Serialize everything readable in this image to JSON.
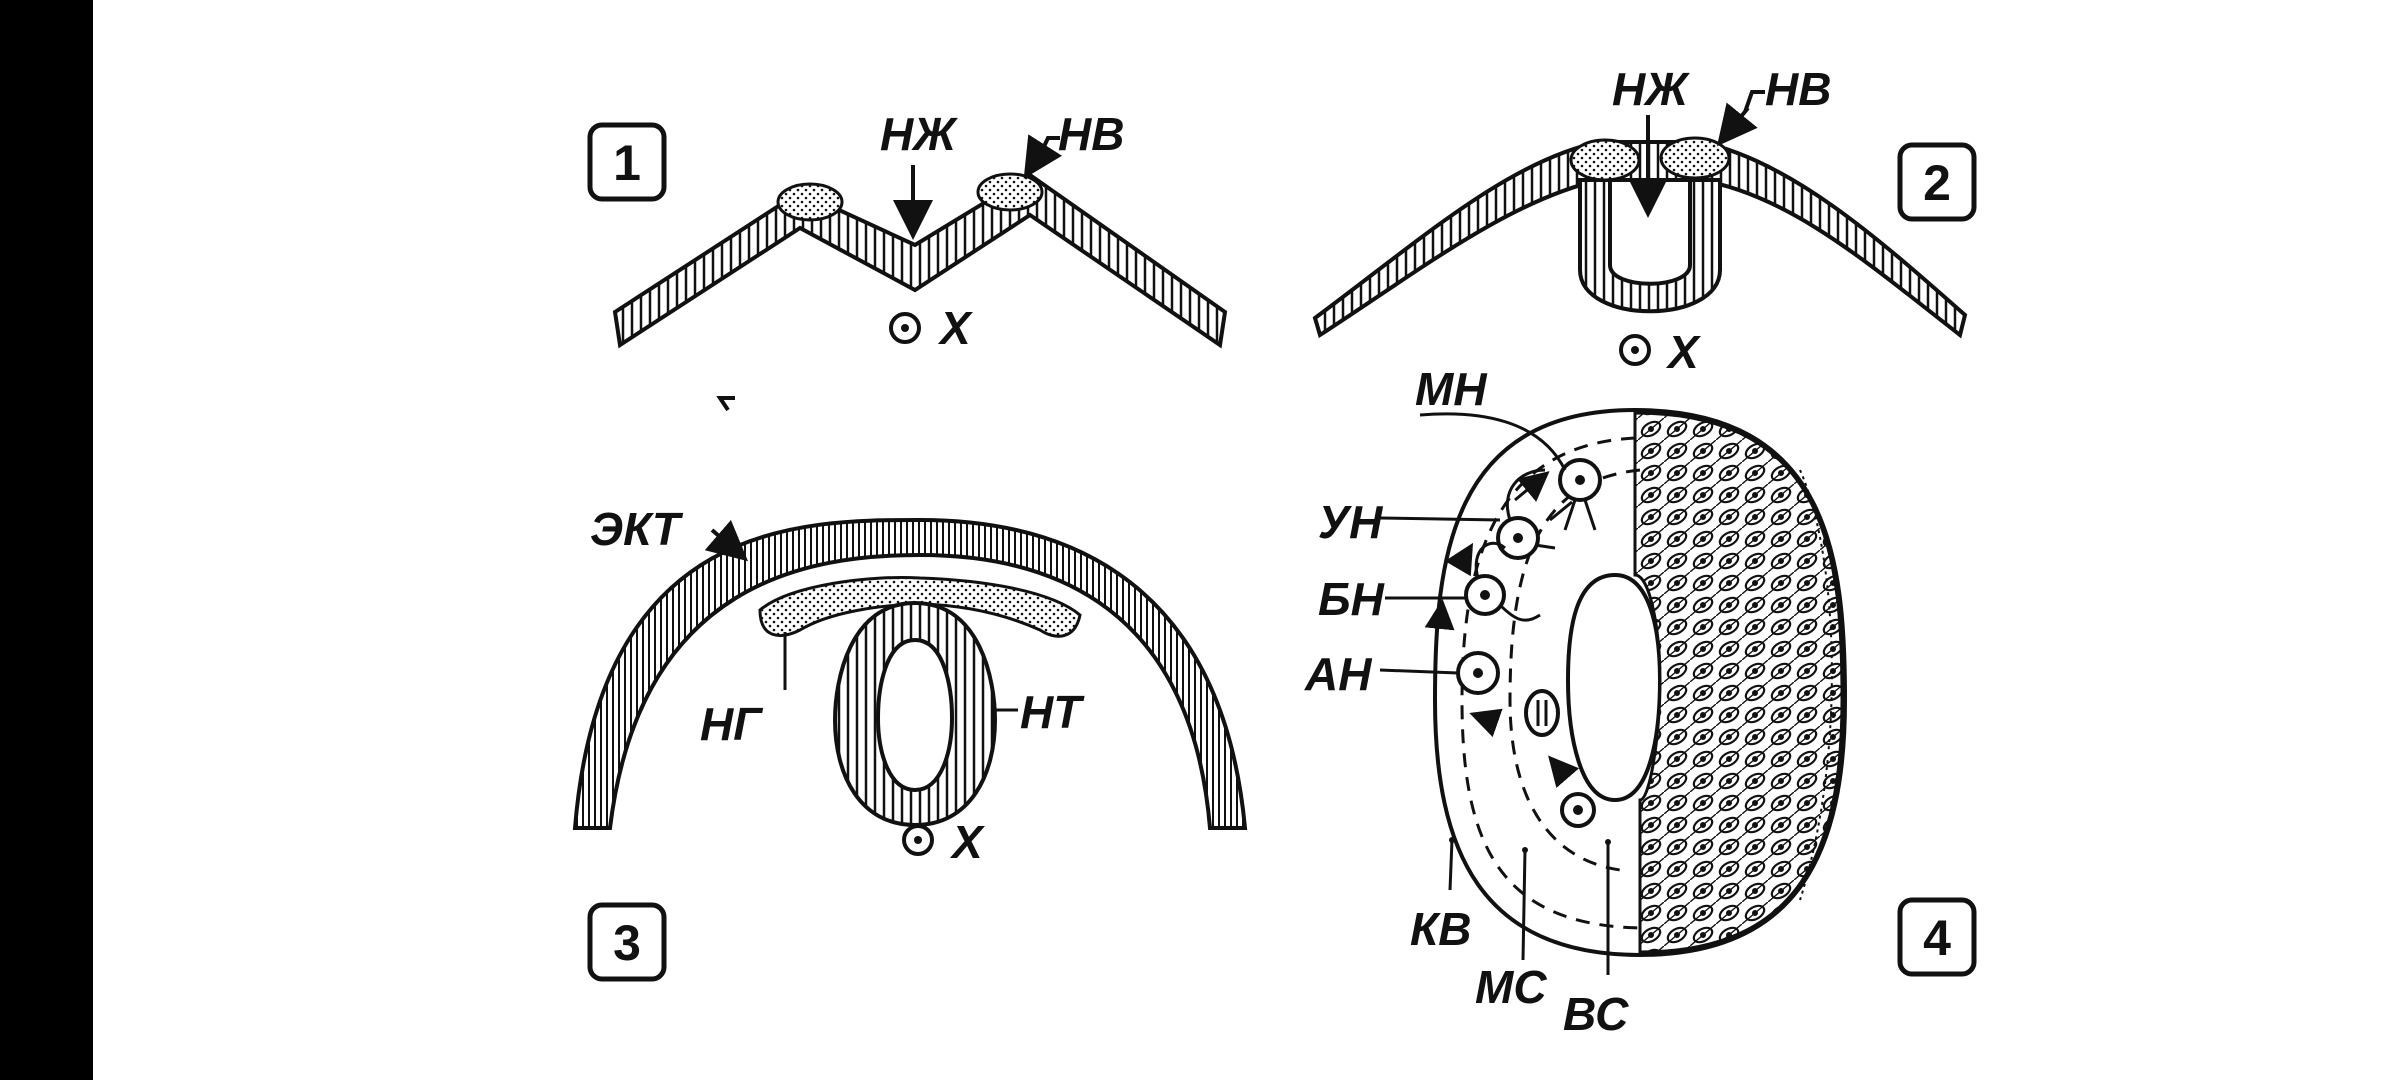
{
  "panels": [
    {
      "number": "1",
      "labels": {
        "neural_groove": "НЖ",
        "neural_fold": "НВ",
        "notochord": "Х"
      }
    },
    {
      "number": "2",
      "labels": {
        "neural_groove": "НЖ",
        "neural_fold": "НВ",
        "notochord": "Х"
      }
    },
    {
      "number": "3",
      "labels": {
        "ectoderm": "ЭКТ",
        "neural_crest": "НГ",
        "neural_tube": "НТ",
        "notochord": "Х"
      }
    },
    {
      "number": "4",
      "labels": {
        "mn": "МН",
        "un": "УН",
        "bn": "БН",
        "an": "АН",
        "kv": "КВ",
        "ms": "МС",
        "vs": "ВС"
      }
    }
  ],
  "colors": {
    "ink": "#111111",
    "background": "#ffffff",
    "side_bar": "#000000"
  }
}
